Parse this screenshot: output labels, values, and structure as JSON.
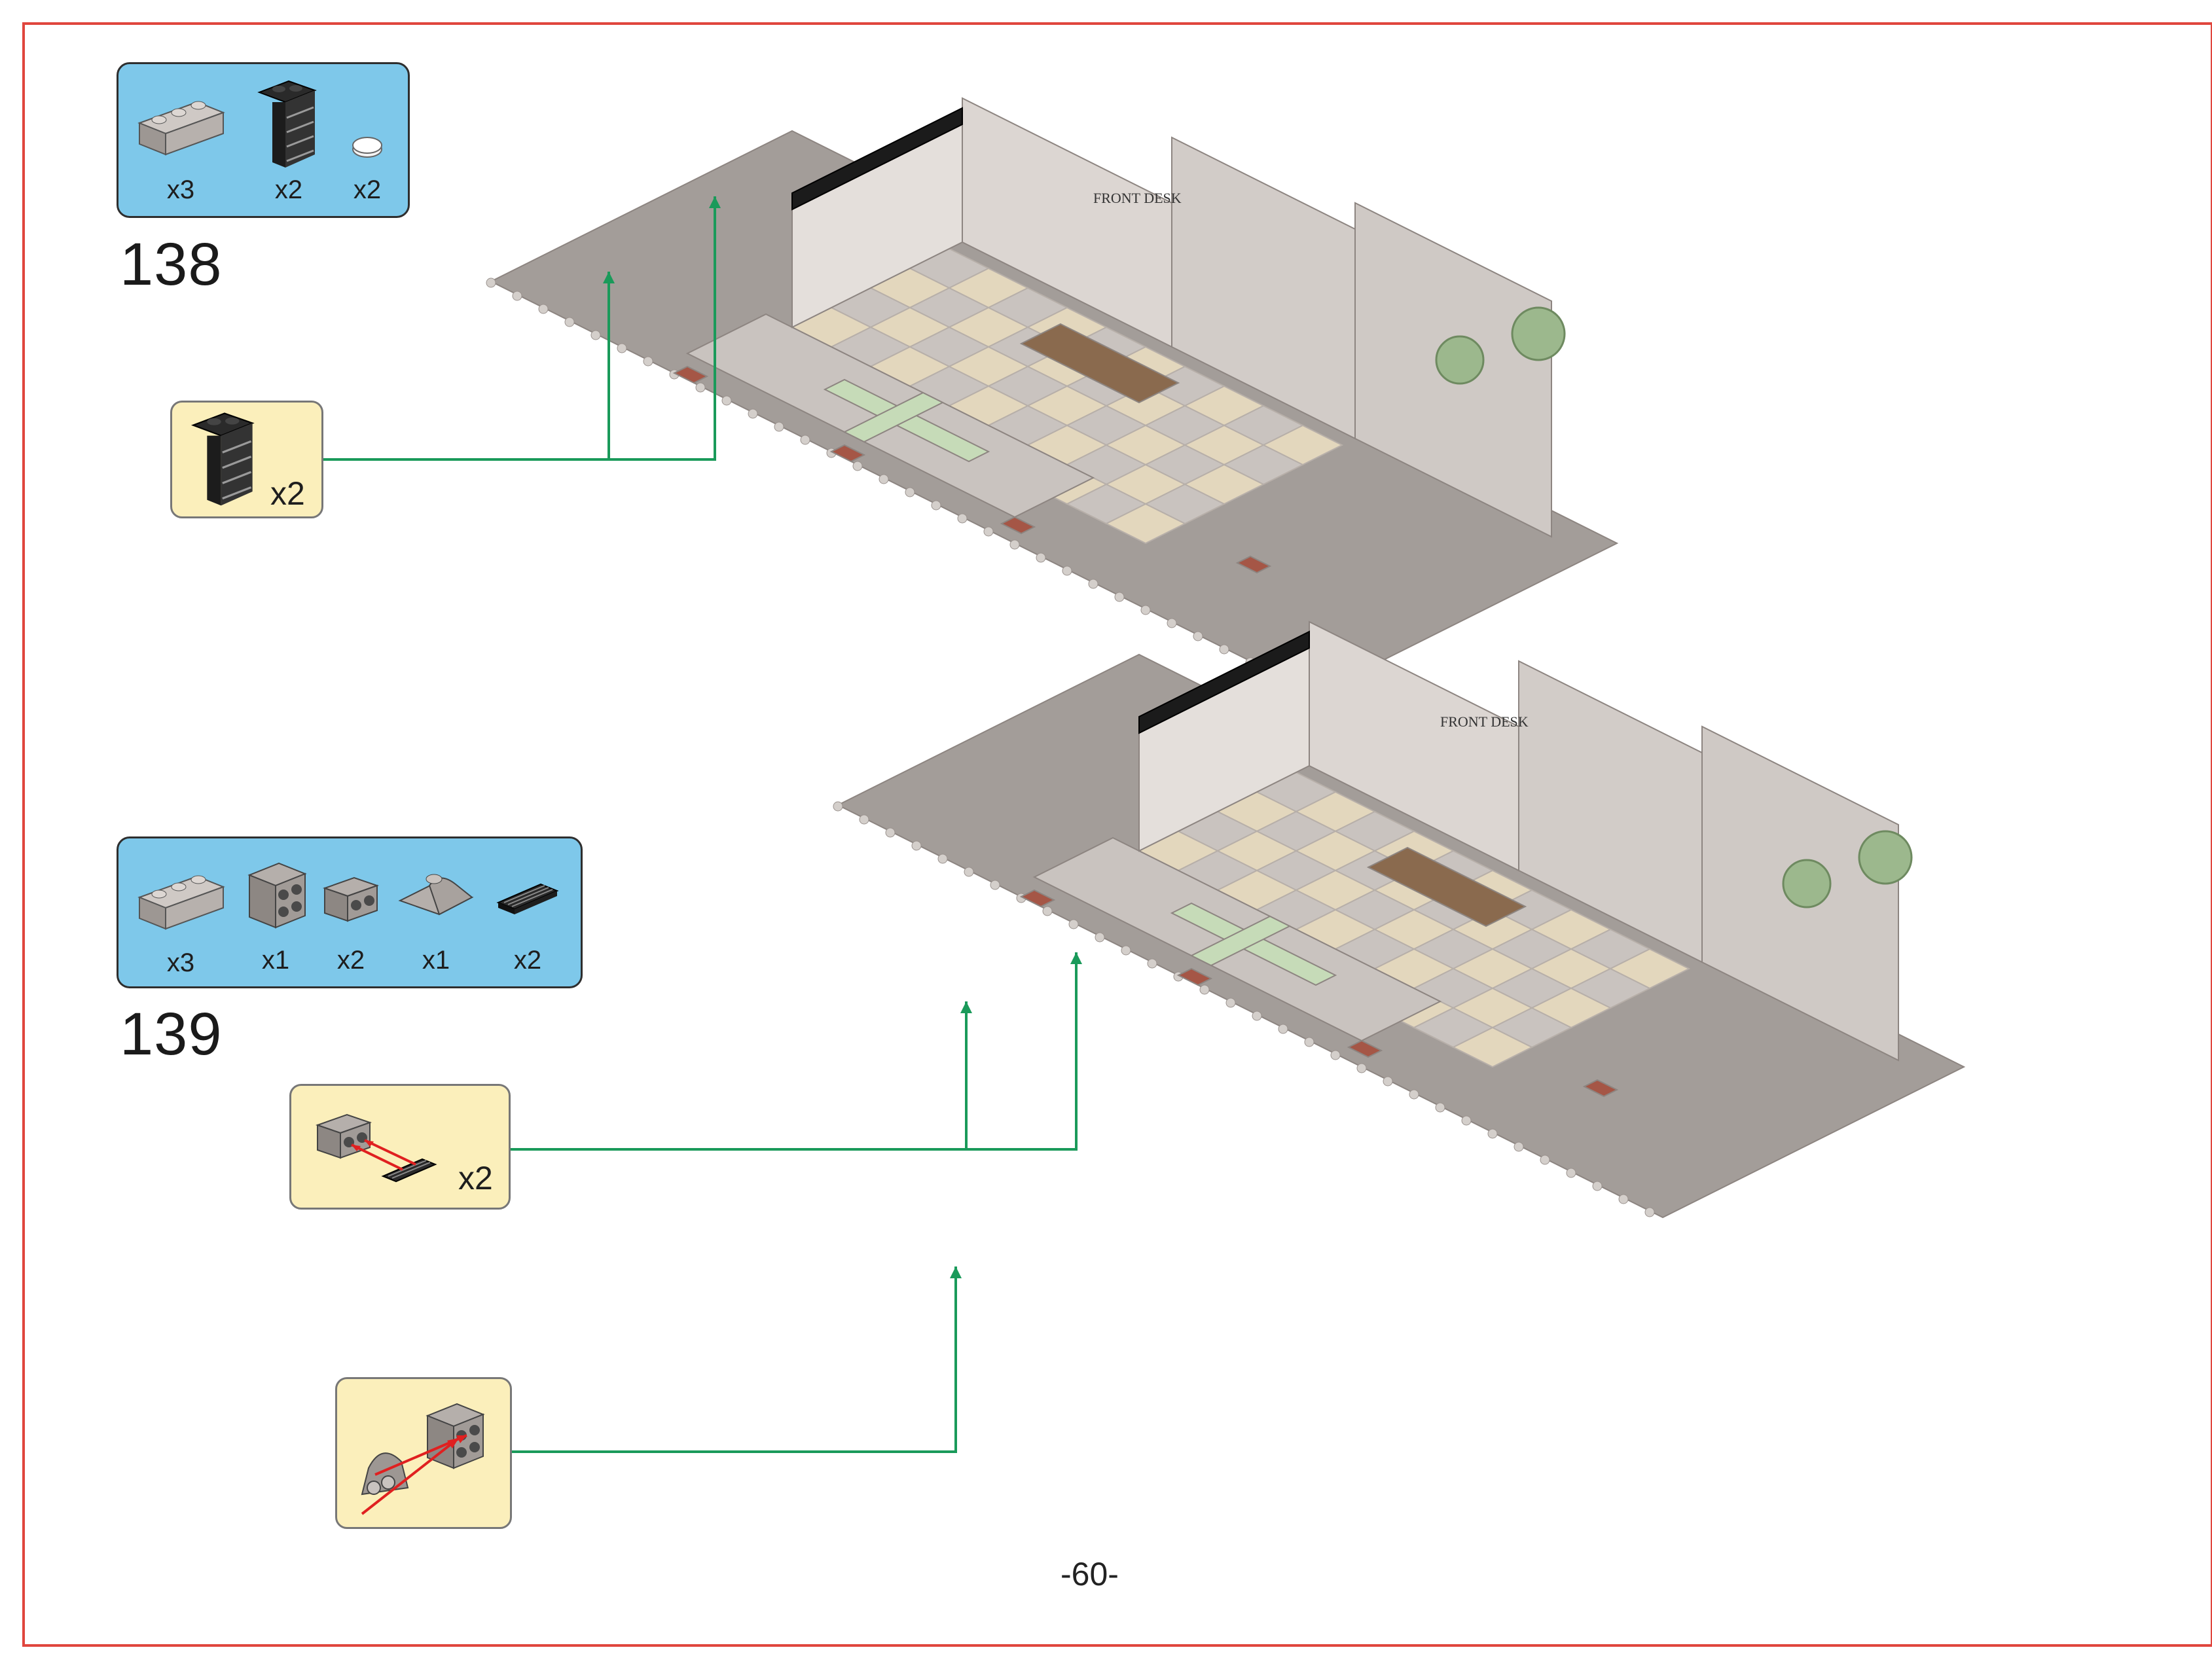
{
  "page_number": "-60-",
  "colors": {
    "frame": "#e0463e",
    "parts_box": "#7ec8ea",
    "callout_box": "#fbefbb",
    "connector_line": "#1a9a5a",
    "insert_arrow": "#e02020",
    "baseplate": "#a39d99",
    "light_bluish_gray": "#c9c3bf",
    "tan": "#e3d7bd",
    "sand_green": "#c6dbb8",
    "reddish_brown": "#a55646",
    "black": "#1b1b1b",
    "dark_gray": "#6e6866"
  },
  "steps": [
    {
      "number": "138",
      "parts": [
        {
          "icon": "brick-1x3-gray-icon",
          "qty": "x3"
        },
        {
          "icon": "black-ladder-bracket-icon",
          "qty": "x2"
        },
        {
          "icon": "white-round-tile-1x1-icon",
          "qty": "x2"
        }
      ],
      "subassembly": {
        "icon": "black-ladder-bracket-icon",
        "qty": "x2"
      }
    },
    {
      "number": "139",
      "parts": [
        {
          "icon": "brick-1x3-gray-icon",
          "qty": "x3"
        },
        {
          "icon": "brick-2x2-dark-gray-icon",
          "qty": "x1"
        },
        {
          "icon": "brick-1x2-side-studs-icon",
          "qty": "x2"
        },
        {
          "icon": "slope-curved-gray-icon",
          "qty": "x1"
        },
        {
          "icon": "grille-tile-black-icon",
          "qty": "x2"
        }
      ],
      "subassemblies": [
        {
          "icon": "side-stud-brick-with-grille-icon",
          "qty": "x2"
        },
        {
          "icon": "slope-on-2x2-brick-icon",
          "qty": ""
        }
      ]
    }
  ],
  "models": [
    {
      "signage": "FRONT DESK"
    },
    {
      "signage": "FRONT DESK"
    }
  ]
}
